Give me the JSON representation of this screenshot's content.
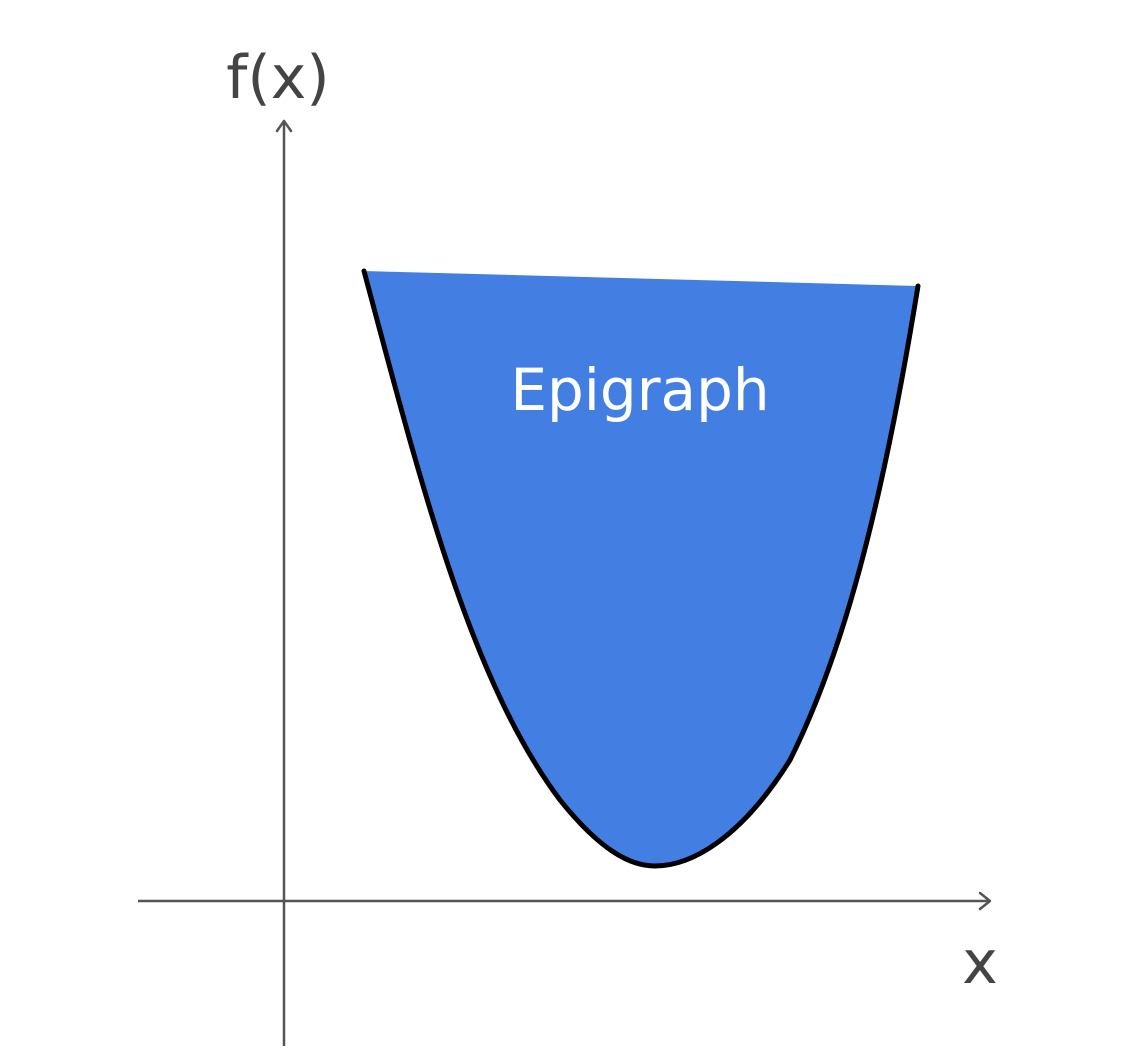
{
  "diagram": {
    "y_axis_label": "f(x)",
    "x_axis_label": "x",
    "region_label": "Epigraph",
    "colors": {
      "region_fill": "#437ee2",
      "curve_stroke": "#000000",
      "axis_stroke": "#555555",
      "axis_text": "#444444",
      "region_text": "#ffffff",
      "background": "#ffffff"
    }
  }
}
